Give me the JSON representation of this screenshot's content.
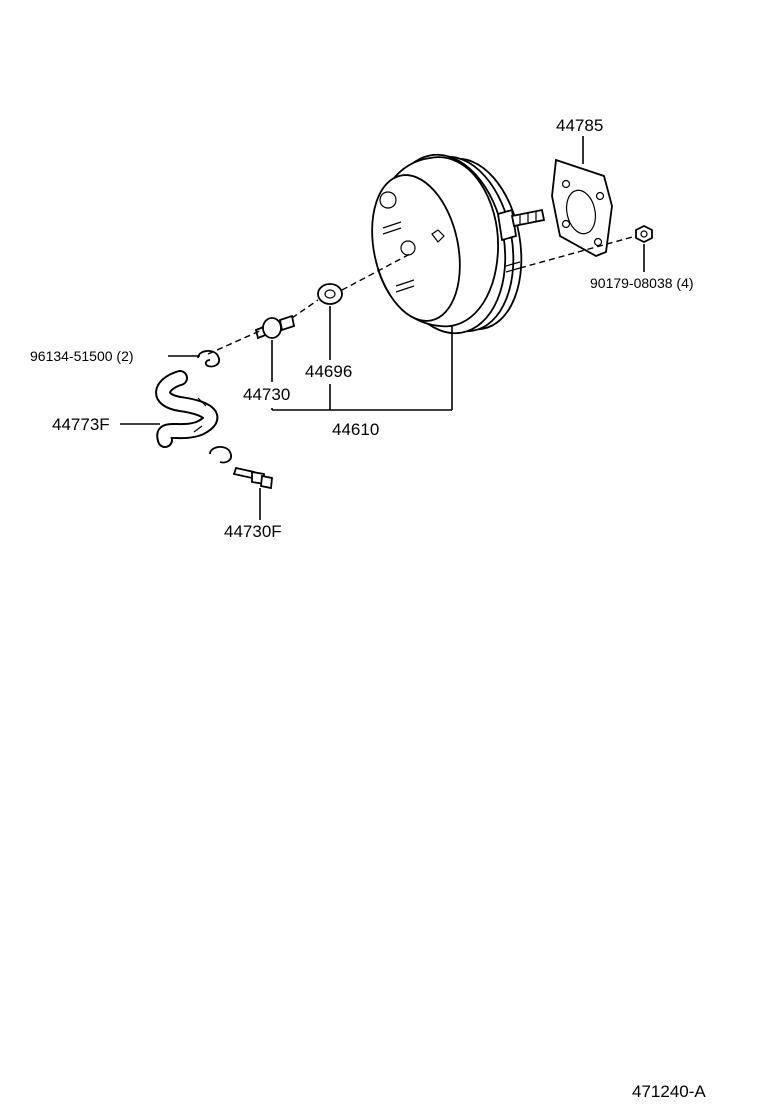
{
  "diagram": {
    "parts": {
      "bracket_gasket": "44785",
      "nut": "90179-08038 (4)",
      "clamp": "96134-51500 (2)",
      "check_valve": "44730",
      "grommet": "44696",
      "booster_assy": "44610",
      "hose": "44773F",
      "union": "44730F"
    },
    "figure_code": "471240-A"
  }
}
